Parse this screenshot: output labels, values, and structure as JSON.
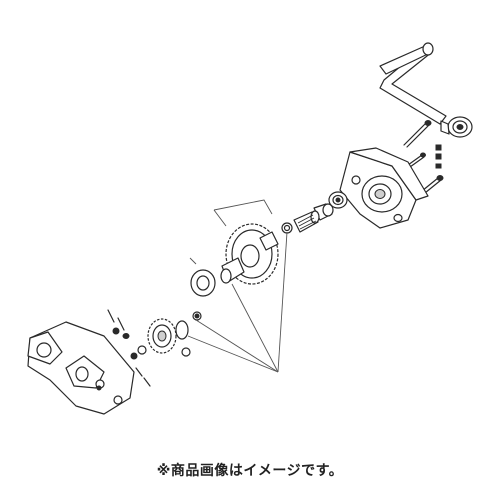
{
  "caption": "※商品画像はイメージです。",
  "diagram": {
    "parts": [
      "crank-handle",
      "handle-hub",
      "long-bolt",
      "short-bolt",
      "nut",
      "rear-housing",
      "bearing",
      "pinion-shaft",
      "washer",
      "spur-gear-assembly",
      "thrust-washer",
      "small-gear-assembly",
      "front-housing",
      "short-pin"
    ]
  }
}
